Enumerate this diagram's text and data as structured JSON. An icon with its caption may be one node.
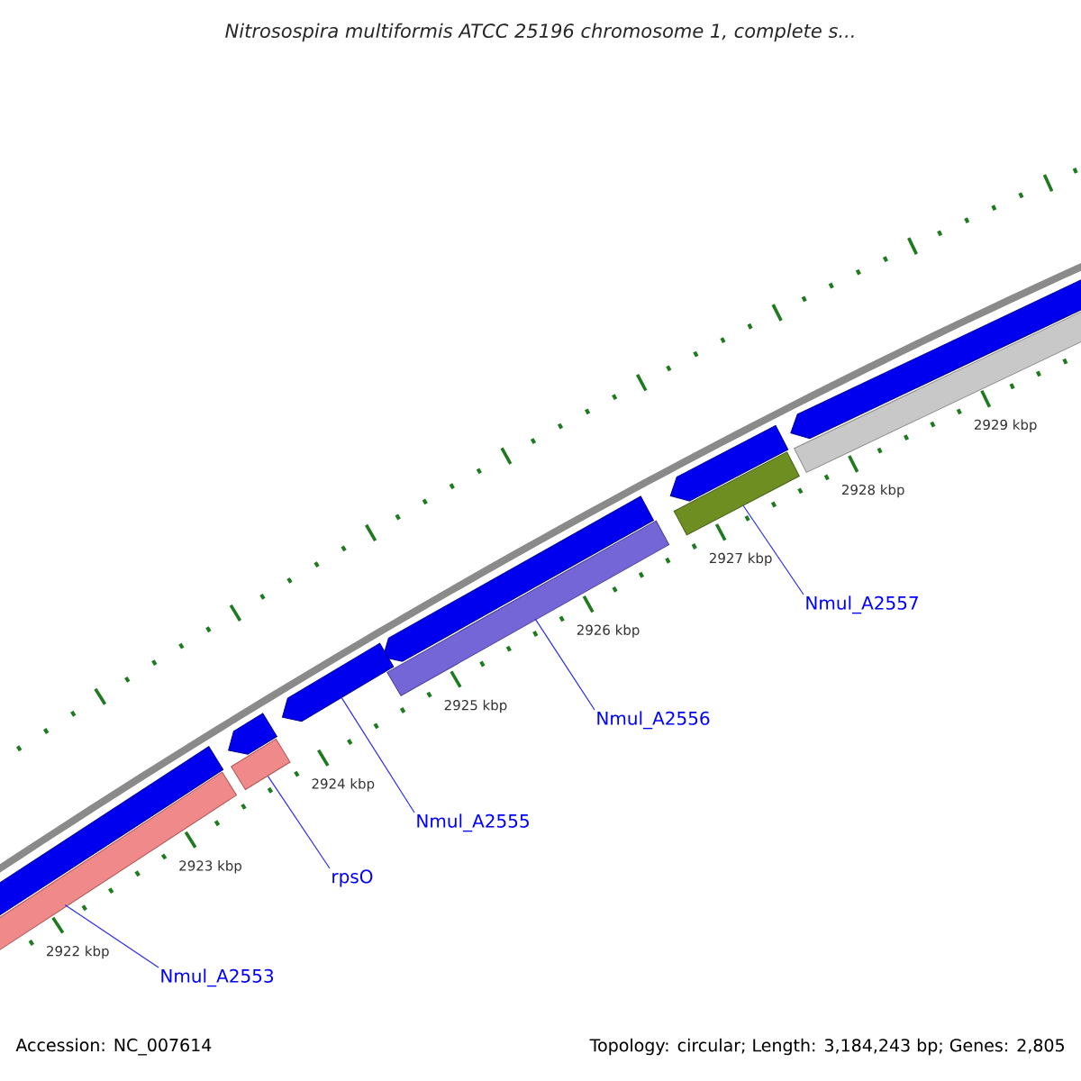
{
  "diagram": {
    "title": "Nitrosospira multiformis ATCC 25196 chromosome 1, complete s...",
    "nodes": [
      {
        "text": [
          "Nmul_A2553"
        ]
      },
      {
        "text": [
          "rpsO"
        ]
      },
      {
        "text": [
          "Nmul_A2555"
        ]
      },
      {
        "text": [
          "Nmul_A2556"
        ]
      },
      {
        "text": [
          "Nmul_A2557"
        ]
      },
      {
        "text": [],
        "shape": "bar"
      },
      {
        "text": [],
        "shape": "bar"
      },
      {
        "text": [],
        "shape": "arrow"
      },
      {
        "text": [],
        "shape": "bar"
      },
      {
        "text": [],
        "shape": "bar"
      }
    ],
    "edges": [
      {
        "from": 0,
        "to": 5,
        "arrow": "none"
      },
      {
        "from": 1,
        "to": 6,
        "arrow": "none"
      },
      {
        "from": 2,
        "to": 7,
        "arrow": "none"
      },
      {
        "from": 3,
        "to": 8,
        "arrow": "none"
      },
      {
        "from": 4,
        "to": 9,
        "arrow": "none"
      }
    ],
    "labels": [
      "2929 kbp",
      "2928 kbp",
      "2927 kbp",
      "2926 kbp",
      "2925 kbp",
      "2924 kbp",
      "2923 kbp",
      "2922 kbp",
      "Accession: NC_007614",
      "Topology: circular; Length: 3,184,243 bp; Genes: 2,805"
    ]
  }
}
